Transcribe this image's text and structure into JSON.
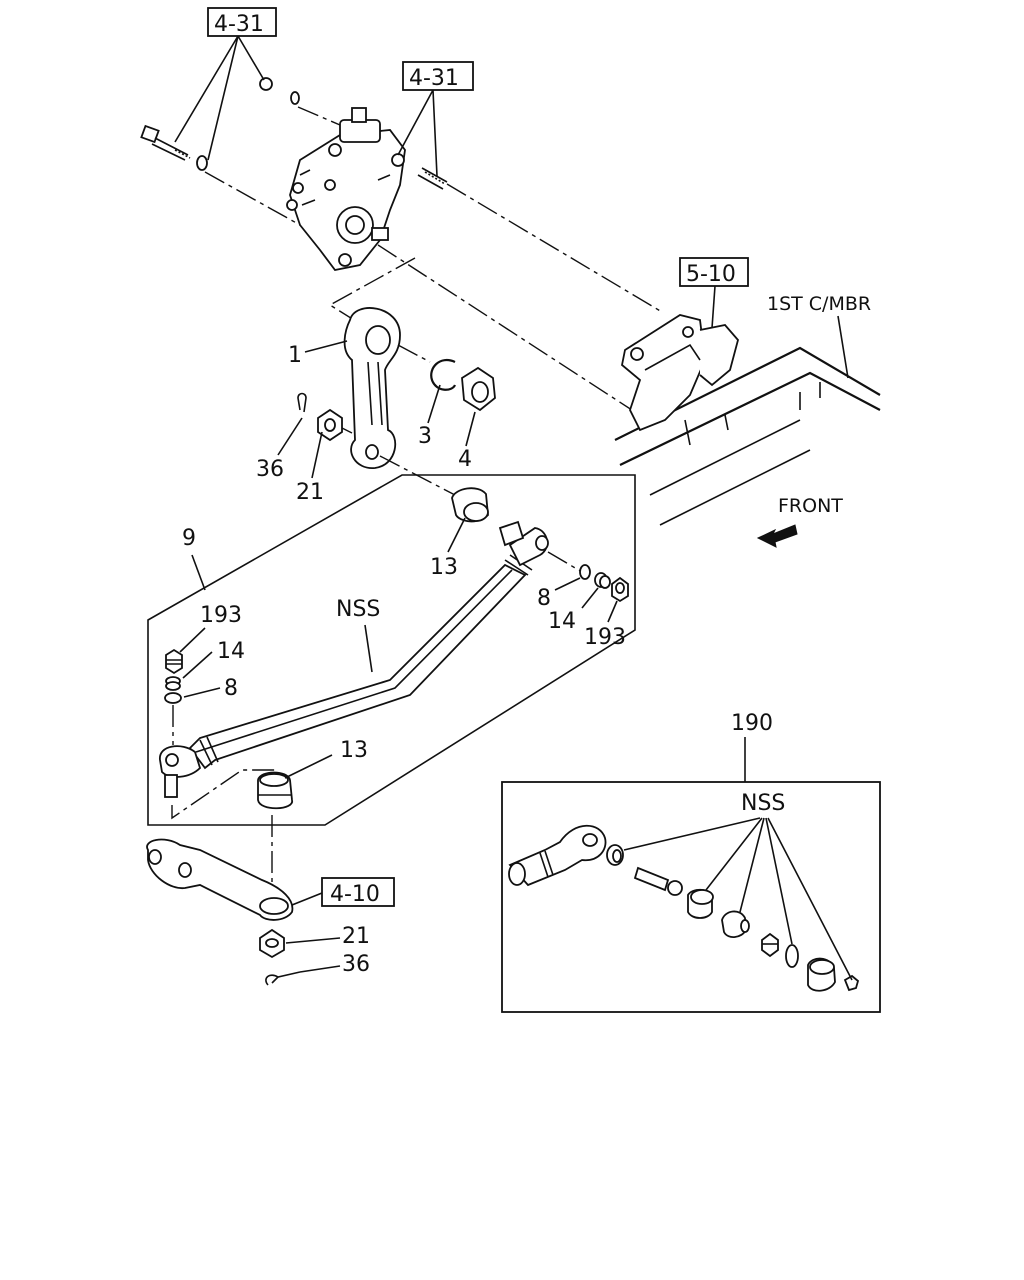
{
  "labels": {
    "ref_431_a": "4-31",
    "ref_431_b": "4-31",
    "ref_510": "5-10",
    "ref_410": "4-10",
    "cross_member": "1ST C/MBR",
    "front": "FRONT",
    "p1": "1",
    "p3": "3",
    "p4": "4",
    "p36_top": "36",
    "p21_top": "21",
    "p9": "9",
    "p13_top": "13",
    "p8_right": "8",
    "p14_right": "14",
    "p193_right": "193",
    "nss_main": "NSS",
    "p193_left": "193",
    "p14_left": "14",
    "p8_left": "8",
    "p13_bottom": "13",
    "p21_bottom": "21",
    "p36_bottom": "36",
    "p190": "190",
    "nss_kit": "NSS"
  }
}
